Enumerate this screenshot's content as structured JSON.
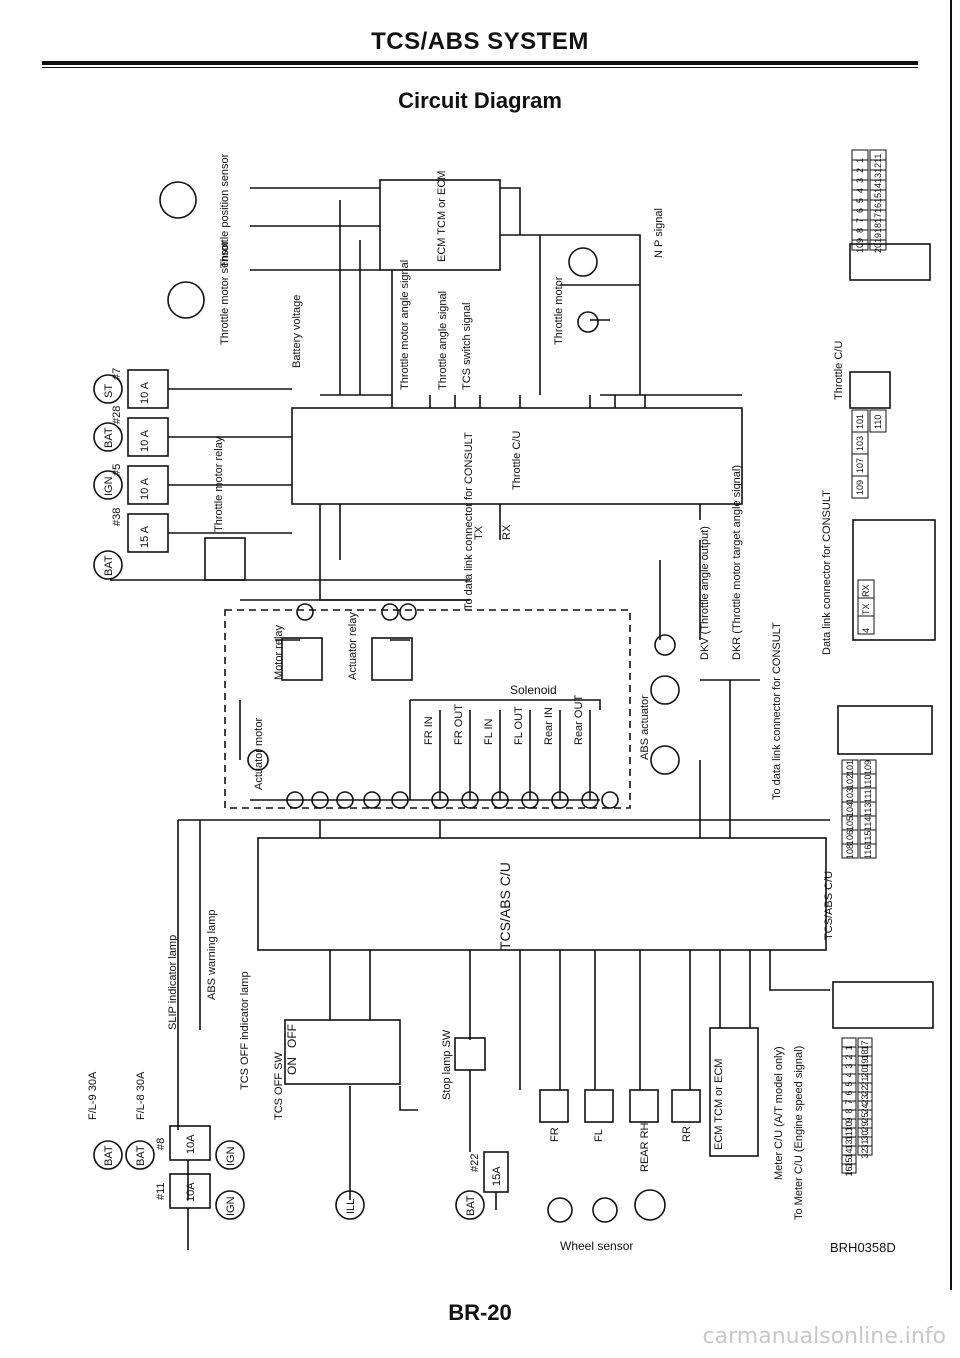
{
  "header": {
    "title": "TCS/ABS SYSTEM",
    "subtitle": "Circuit Diagram"
  },
  "footer": {
    "doc_id": "BRH0358D",
    "page_number": "BR-20",
    "watermark": "carmanualsonline.info"
  },
  "power": {
    "bat_st_fuse": "10 A",
    "bat_st_num": "#7",
    "st": "ST",
    "bat_28": "10 A",
    "bat_28_num": "#28",
    "bat": "BAT",
    "ign_5": "10 A",
    "ign_5_num": "#5",
    "ign": "IGN",
    "bat_38": "15 A",
    "bat_38_num": "#38",
    "fl9": "F/L-9   30A",
    "fl8": "F/L-8   30A",
    "ign_8": "10A",
    "ign_8_num": "#8",
    "ign_11": "10A",
    "ign_11_num": "#11",
    "ill": "ILL",
    "bat_22": "15A",
    "bat_22_num": "#22"
  },
  "labels": {
    "throttle_position_sensor": "Throttle position sensor",
    "throttle_motor_sensor": "Throttle motor sensor",
    "battery_voltage": "Battery voltage",
    "throttle_motor_angle_signal": "Throttle motor angle signal",
    "throttle_angle_signal": "Throttle angle signal",
    "tcs_switch_signal": "TCS switch signal",
    "ecm_tcm": "ECM TCM or ECM",
    "np_signal": "N P signal",
    "throttle_motor": "Throttle motor",
    "throttle_cu": "Throttle C/U",
    "throttle_motor_relay": "Throttle motor relay",
    "to_data_link": "To data link connector for CONSULT",
    "tx": "TX",
    "rx": "RX",
    "dkv": "DKV (Throttle angle output)",
    "dkr": "DKR (Throttle motor target angle signal)",
    "data_link_consult": "Data link connector for CONSULT",
    "motor_relay": "Motor relay",
    "actuator_relay": "Actuator relay",
    "actuator_motor": "Actuator motor",
    "solenoid": "Solenoid",
    "fr_in": "FR IN",
    "fr_out": "FR OUT",
    "fl_in": "FL IN",
    "fl_out": "FL OUT",
    "rear_in": "Rear IN",
    "rear_out": "Rear OUT",
    "abs_actuator": "ABS actuator",
    "to_data_link_2": "To data link connector for CONSULT",
    "tcs_abs_cu": "TCS/ABS C/U",
    "slip_lamp": "SLIP indicator lamp",
    "abs_warning_lamp": "ABS warning lamp",
    "tcs_off_lamp": "TCS OFF indicator lamp",
    "tcs_off_sw": "TCS OFF SW",
    "off": "OFF",
    "on": "ON",
    "stop_lamp_sw": "Stop lamp SW",
    "fr": "FR",
    "fl": "FL",
    "rear_rh": "REAR RH",
    "rr": "RR",
    "ecm_tcm_2": "ECM TCM or ECM",
    "meter_at": "Meter C/U (A/T model only)",
    "meter_engine": "To Meter C/U (Engine speed signal)",
    "wheel_sensor": "Wheel sensor"
  },
  "connectors": {
    "throttle_cu_top": [
      "1",
      "2",
      "3",
      "4",
      "5",
      "6",
      "7",
      "8",
      "9",
      "10"
    ],
    "throttle_cu_bottom": [
      "11",
      "12",
      "13",
      "14",
      "15",
      "16",
      "17",
      "18",
      "19",
      "20"
    ],
    "cu_small_top": [
      "101",
      "103",
      "107",
      "109"
    ],
    "cu_small_bottom": [
      "110"
    ],
    "data_link": [
      "RX",
      "TX",
      "4"
    ],
    "tcs_abs_small_top": [
      "101",
      "102",
      "103",
      "104",
      "105",
      "106",
      "108"
    ],
    "tcs_abs_small_bottom": [
      "109",
      "110",
      "111",
      "113",
      "114",
      "115",
      "116"
    ],
    "tcs_abs_big_top": [
      "1",
      "2",
      "3",
      "4",
      "5",
      "6",
      "7",
      "8",
      "9",
      "10",
      "11",
      "13",
      "14",
      "15",
      "16"
    ],
    "tcs_abs_big_bottom": [
      "17",
      "18",
      "19",
      "20",
      "21",
      "22",
      "23",
      "24",
      "25",
      "29",
      "30",
      "31",
      "32"
    ]
  }
}
